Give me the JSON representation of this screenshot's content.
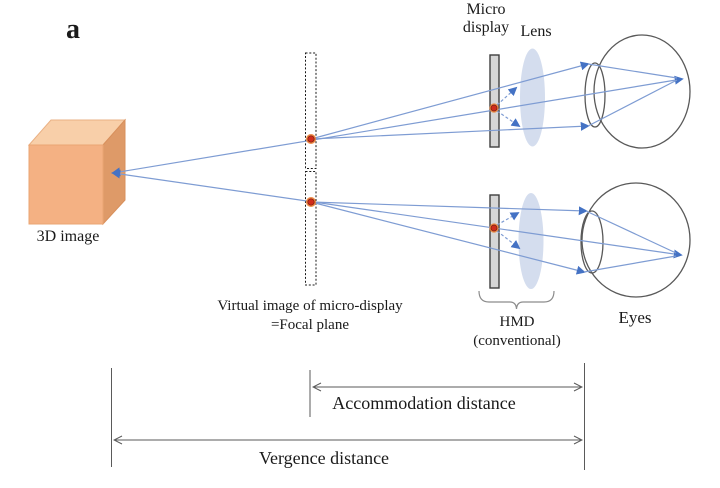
{
  "panel": {
    "label": "a"
  },
  "cube": {
    "label": "3D image"
  },
  "micro_display": {
    "line1": "Micro",
    "line2": "display"
  },
  "lens": {
    "label": "Lens"
  },
  "focal_plane": {
    "line1": "Virtual image of micro-display",
    "line2": "=Focal plane"
  },
  "hmd": {
    "line1": "HMD",
    "line2": "(conventional)"
  },
  "eyes": {
    "label": "Eyes"
  },
  "measurements": {
    "accommodation": "Accommodation distance",
    "vergence": "Vergence distance"
  },
  "colors": {
    "ray": "#7e9cd3",
    "arrowhead": "#4472c4",
    "cube_front": "#f4b183",
    "cube_top": "#f8cfa9",
    "cube_side": "#de9a68",
    "cube_edge": "#e8a672",
    "lens_fill": "#ccd7eb",
    "display_fill": "#d6d6d6",
    "display_border": "#3f3f3f",
    "eye_outline": "#595959",
    "focal_rect_border": "#1a1a1a",
    "dot_core": "#d02c1c",
    "dot_ring": "#ed7d31",
    "brace": "#8c8c8c",
    "measure": "#5a5a5a",
    "text": "#1a1a1a"
  }
}
